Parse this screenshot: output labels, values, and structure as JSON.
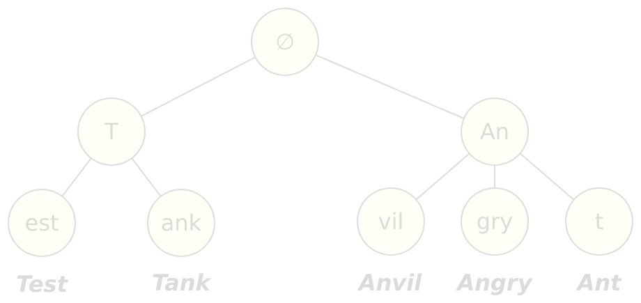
{
  "colors": {
    "background": "#ffffff",
    "node_fill": "#fffff8",
    "stroke": "#dedddb",
    "text": "#dcdbd8"
  },
  "tree": {
    "root": {
      "label": "∅"
    },
    "nodes": {
      "n_T": {
        "label": "T"
      },
      "n_An": {
        "label": "An"
      },
      "n_est": {
        "label": "est"
      },
      "n_ank": {
        "label": "ank"
      },
      "n_vil": {
        "label": "vil"
      },
      "n_gry": {
        "label": "gry"
      },
      "n_t": {
        "label": "t"
      }
    },
    "edges": [
      [
        "root",
        "n_T"
      ],
      [
        "root",
        "n_An"
      ],
      [
        "n_T",
        "n_est"
      ],
      [
        "n_T",
        "n_ank"
      ],
      [
        "n_An",
        "n_vil"
      ],
      [
        "n_An",
        "n_gry"
      ],
      [
        "n_An",
        "n_t"
      ]
    ]
  },
  "words": {
    "test": "Test",
    "tank": "Tank",
    "anvil": "Anvil",
    "angry": "Angry",
    "ant": "Ant"
  }
}
